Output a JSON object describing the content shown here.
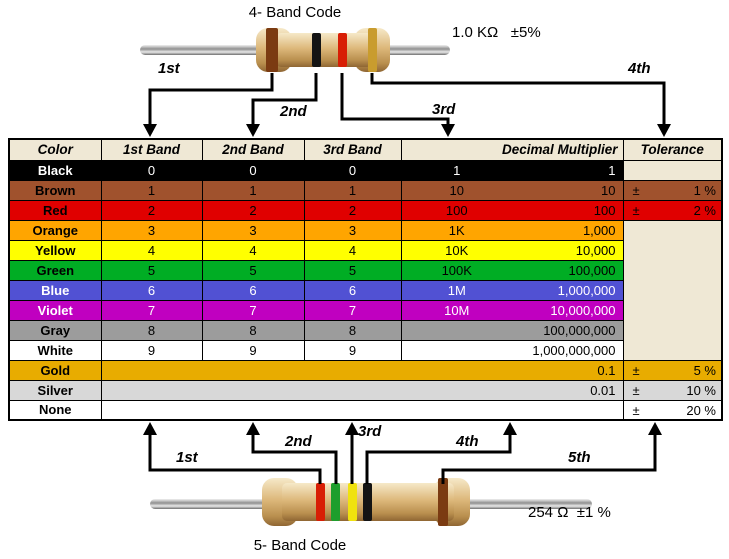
{
  "colors": {
    "beige": "#EFE8D5",
    "table_border": "#000000",
    "resistor_body": "#DDB87B",
    "lead": "#9A9A9A",
    "bands": {
      "brown": "#7B3B12",
      "black": "#141414",
      "red": "#D81E05",
      "gold": "#C99C2E",
      "green": "#1E9E2C",
      "yellow": "#F0E20E"
    }
  },
  "top": {
    "title": "4- Band Code",
    "value": "1.0 KΩ   ±5%",
    "band_colors": [
      "brown",
      "black",
      "red",
      "gold"
    ],
    "arrow_labels": [
      "1st",
      "2nd",
      "3rd",
      "4th"
    ]
  },
  "bottom": {
    "title": "5- Band Code",
    "value": "254 Ω  ±1 %",
    "band_colors": [
      "red",
      "green",
      "yellow",
      "black",
      "brown"
    ],
    "arrow_labels": [
      "1st",
      "2nd",
      "3rd",
      "4th",
      "5th"
    ]
  },
  "table": {
    "headers": [
      "Color",
      "1st Band",
      "2nd Band",
      "3rd Band",
      "Decimal Multiplier",
      "Tolerance"
    ],
    "plus_minus": "±",
    "merged_tolerance_rows": [
      3,
      9
    ],
    "rows": [
      {
        "name": "Black",
        "bg": "#000000",
        "fg": "#FFFFFF",
        "b1": "0",
        "b2": "0",
        "b3": "0",
        "mult_short": "1",
        "mult_full": "1",
        "tol": "",
        "tol_bg": "#EFE8D5"
      },
      {
        "name": "Brown",
        "bg": "#A0522D",
        "fg": "#000000",
        "b1": "1",
        "b2": "1",
        "b3": "1",
        "mult_short": "10",
        "mult_full": "10",
        "tol": "1 %",
        "tol_bg": "#A0522D"
      },
      {
        "name": "Red",
        "bg": "#E00000",
        "fg": "#000000",
        "b1": "2",
        "b2": "2",
        "b3": "2",
        "mult_short": "100",
        "mult_full": "100",
        "tol": "2 %",
        "tol_bg": "#E00000"
      },
      {
        "name": "Orange",
        "bg": "#FFA500",
        "fg": "#000000",
        "b1": "3",
        "b2": "3",
        "b3": "3",
        "mult_short": "1K",
        "mult_full": "1,000",
        "tol": null
      },
      {
        "name": "Yellow",
        "bg": "#FFFF00",
        "fg": "#000000",
        "b1": "4",
        "b2": "4",
        "b3": "4",
        "mult_short": "10K",
        "mult_full": "10,000",
        "tol": null
      },
      {
        "name": "Green",
        "bg": "#00AD24",
        "fg": "#000000",
        "b1": "5",
        "b2": "5",
        "b3": "5",
        "mult_short": "100K",
        "mult_full": "100,000",
        "tol": null
      },
      {
        "name": "Blue",
        "bg": "#5151D3",
        "fg": "#FFFFFF",
        "b1": "6",
        "b2": "6",
        "b3": "6",
        "mult_short": "1M",
        "mult_full": "1,000,000",
        "tol": null
      },
      {
        "name": "Violet",
        "bg": "#C000C0",
        "fg": "#FFFFFF",
        "b1": "7",
        "b2": "7",
        "b3": "7",
        "mult_short": "10M",
        "mult_full": "10,000,000",
        "tol": null
      },
      {
        "name": "Gray",
        "bg": "#9C9C9C",
        "fg": "#000000",
        "b1": "8",
        "b2": "8",
        "b3": "8",
        "mult_short": "",
        "mult_full": "100,000,000",
        "tol": null
      },
      {
        "name": "White",
        "bg": "#FFFFFF",
        "fg": "#000000",
        "b1": "9",
        "b2": "9",
        "b3": "9",
        "mult_short": "",
        "mult_full": "1,000,000,000",
        "tol": null
      },
      {
        "name": "Gold",
        "bg": "#E8AC00",
        "fg": "#000000",
        "span": true,
        "mult_full": "0.1",
        "tol": "5 %",
        "tol_bg": "#E8AC00"
      },
      {
        "name": "Silver",
        "bg": "#D8D8D8",
        "fg": "#000000",
        "span": true,
        "mult_full": "0.01",
        "tol": "10 %",
        "tol_bg": "#D8D8D8"
      },
      {
        "name": "None",
        "bg": "#FFFFFF",
        "fg": "#000000",
        "span": true,
        "mult_full": "",
        "tol": "20 %",
        "tol_bg": "#FFFFFF"
      }
    ]
  }
}
